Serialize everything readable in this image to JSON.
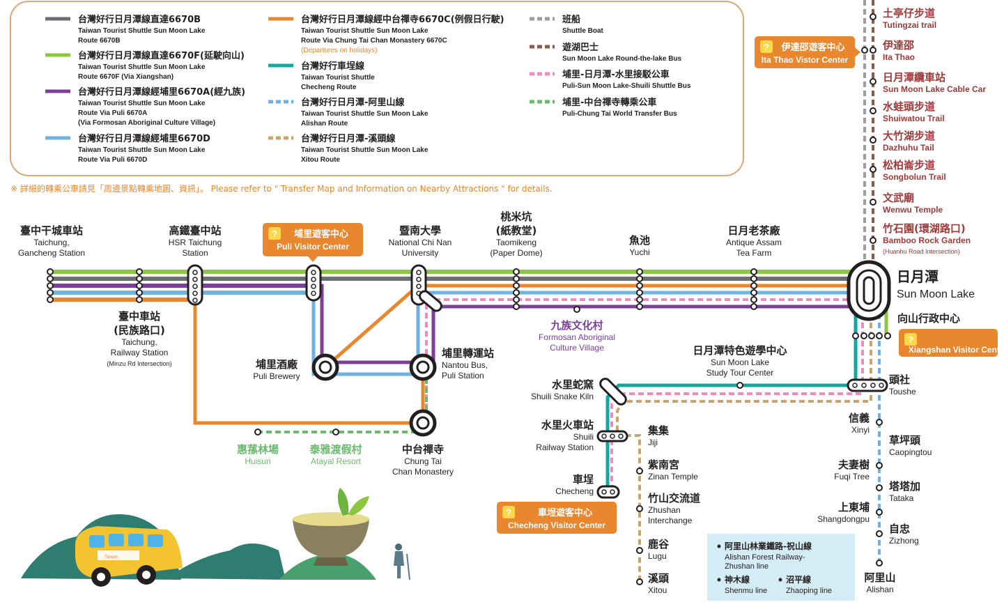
{
  "legend": [
    {
      "zh": "台灣好行日月潭線直達6670B",
      "en": [
        "Taiwan Tourist Shuttle Sun Moon Lake",
        "Route 6670B"
      ],
      "color": "#6d6e71",
      "style": "solid"
    },
    {
      "zh": "台灣好行日月潭線直達6670F(延駛向山)",
      "en": [
        "Taiwan Tourist Shuttle Sun Moon Lake",
        "Route 6670F (Via Xiangshan)"
      ],
      "color": "#8dc63f",
      "style": "solid"
    },
    {
      "zh": "台灣好行日月潭線經埔里6670A(經九族)",
      "en": [
        "Taiwan Tourist Shuttle Sun Moon Lake",
        "Route Via Puli 6670A",
        "(Via Formosan Aboriginal Culture Village)"
      ],
      "color": "#7b3f98",
      "style": "solid"
    },
    {
      "zh": "台灣好行日月潭線經埔里6670D",
      "en": [
        "Taiwan Tourist Shuttle Sun Moon Lake",
        "Route Via Puli 6670D"
      ],
      "color": "#6fb2e0",
      "style": "solid"
    },
    {
      "zh": "台灣好行日月潭線經中台禪寺6670C(例假日行駛)",
      "en": [
        "Taiwan Tourist Shuttle Sun Moon Lake",
        "Route Via Chung Tai Chan Monastery 6670C"
      ],
      "note": "(Departures on holidays)",
      "color": "#e8872d",
      "style": "solid"
    },
    {
      "zh": "台灣好行車埕線",
      "en": [
        "Taiwan Tourist Shuttle",
        "Checheng Route"
      ],
      "color": "#13a89e",
      "style": "solid"
    },
    {
      "zh": "台灣好行日月潭-阿里山線",
      "en": [
        "Taiwan Tourist Shuttle Sun Moon Lake",
        "Alishan Route"
      ],
      "color": "#6fb2e0",
      "style": "dash"
    },
    {
      "zh": "台灣好行日月潭-溪頭線",
      "en": [
        "Taiwan Tourist Shuttle Sun Moon Lake",
        "Xitou Route"
      ],
      "color": "#c9a46c",
      "style": "dash"
    },
    {
      "zh": "班船",
      "en": [
        "Shuttle Boat"
      ],
      "color": "#9e9e9e",
      "style": "dash"
    },
    {
      "zh": "遊湖巴士",
      "en": [
        "Sun Moon Lake Round-the-lake Bus"
      ],
      "color": "#8b5a4a",
      "style": "dash"
    },
    {
      "zh": "埔里-日月潭-水里接駁公車",
      "en": [
        "Puli-Sun Moon Lake-Shuili Shuttle Bus"
      ],
      "color": "#f08bbf",
      "style": "dash"
    },
    {
      "zh": "埔里-中台禪寺轉乘公車",
      "en": [
        "Puli-Chung Tai World Transfer Bus"
      ],
      "color": "#6ab96e",
      "style": "dash"
    }
  ],
  "note": "※ 詳細的轉乘公車請見「周邊景點轉乘地圖、資訊」。  Please refer to \" Transfer Map and Information on Nearby Attractions \" for details.",
  "visitor_centers": [
    {
      "zh": "埔里遊客中心",
      "en": "Puli Visitor Center"
    },
    {
      "zh": "伊達邵遊客中心",
      "en": "Ita Thao Vistor Center"
    },
    {
      "zh": "",
      "en": "Xiangshan Visitor Center"
    },
    {
      "zh": "車埕遊客中心",
      "en": "Checheng Visitor Center"
    }
  ],
  "stations": [
    {
      "zh": "臺中干城車站",
      "en": [
        "Taichung,",
        "Gancheng Station"
      ]
    },
    {
      "zh": "高鐵臺中站",
      "en": [
        "HSR Taichung",
        "Station"
      ]
    },
    {
      "zh": "暨南大學",
      "en": [
        "National Chi Nan",
        "University"
      ]
    },
    {
      "zh": "桃米坑\n(紙教堂)",
      "en": [
        "Taomikeng",
        "(Paper Dome)"
      ]
    },
    {
      "zh": "魚池",
      "en": [
        "Yuchi"
      ]
    },
    {
      "zh": "日月老茶廠",
      "en": [
        "Antique Assam",
        "Tea Farm"
      ]
    },
    {
      "zh": "臺中車站\n(民族路口)",
      "en": [
        "Taichung,",
        "Railway Station"
      ],
      "sub": "(Minzu Rd Intersection)"
    },
    {
      "zh": "埔里酒廠",
      "en": [
        "Puli Brewery"
      ]
    },
    {
      "zh": "埔里轉運站",
      "en": [
        "Nantou Bus,",
        "Puli Station"
      ]
    },
    {
      "zh": "九族文化村",
      "en": [
        "Formosan Aboriginal",
        "Culture Village"
      ]
    },
    {
      "zh": "中台禪寺",
      "en": [
        "Chung Tai",
        "Chan Monastery"
      ]
    },
    {
      "zh": "惠蓀林場",
      "en": [
        "Huisun"
      ]
    },
    {
      "zh": "泰雅渡假村",
      "en": [
        "Atayal Resort"
      ]
    },
    {
      "zh": "日月潭",
      "en": [
        "Sun Moon Lake"
      ]
    },
    {
      "zh": "向山行政中心",
      "en": []
    },
    {
      "zh": "日月潭特色遊學中心",
      "en": [
        "Sun Moon Lake",
        "Study Tour Center"
      ]
    },
    {
      "zh": "頭社",
      "en": [
        "Toushe"
      ]
    },
    {
      "zh": "水里蛇窯",
      "en": [
        "Shuili Snake Kiln"
      ]
    },
    {
      "zh": "水里火車站",
      "en": [
        "Shuili",
        "Railway Station"
      ]
    },
    {
      "zh": "車埕",
      "en": [
        "Checheng"
      ]
    },
    {
      "zh": "集集",
      "en": [
        "Jiji"
      ]
    },
    {
      "zh": "紫南宮",
      "en": [
        "Zinan Temple"
      ]
    },
    {
      "zh": "竹山交流道",
      "en": [
        "Zhushan",
        "Interchange"
      ]
    },
    {
      "zh": "鹿谷",
      "en": [
        "Lugu"
      ]
    },
    {
      "zh": "溪頭",
      "en": [
        "Xitou"
      ]
    },
    {
      "zh": "信義",
      "en": [
        "Xinyi"
      ]
    },
    {
      "zh": "草坪頭",
      "en": [
        "Caopingtou"
      ]
    },
    {
      "zh": "夫妻樹",
      "en": [
        "Fuqi Tree"
      ]
    },
    {
      "zh": "塔塔加",
      "en": [
        "Tataka"
      ]
    },
    {
      "zh": "上東埔",
      "en": [
        "Shangdongpu"
      ]
    },
    {
      "zh": "自忠",
      "en": [
        "Zizhong"
      ]
    },
    {
      "zh": "阿里山",
      "en": [
        "Alishan"
      ]
    },
    {
      "zh": "土亭仔步道",
      "en": [
        "Tutingzai trail"
      ]
    },
    {
      "zh": "伊達邵",
      "en": [
        "Ita Thao"
      ]
    },
    {
      "zh": "日月潭纜車站",
      "en": [
        "Sun Moon Lake Cable Car"
      ]
    },
    {
      "zh": "水蛙頭步道",
      "en": [
        "Shuiwatou Trail"
      ]
    },
    {
      "zh": "大竹湖步道",
      "en": [
        "Dazhuhu Tail"
      ]
    },
    {
      "zh": "松柏崙步道",
      "en": [
        "Songbolun Trail"
      ]
    },
    {
      "zh": "文武廟",
      "en": [
        "Wenwu Temple"
      ]
    },
    {
      "zh": "竹石園(環湖路口)",
      "en": [
        "Bamboo Rock Garden"
      ],
      "sub": "(Huanhu Road Intersection)"
    }
  ],
  "alishan_box": [
    {
      "zh": "阿里山林業鐵路-祝山線",
      "en": [
        "Alishan Forest Railway-",
        "Zhushan line"
      ]
    },
    {
      "zh": "神木線",
      "en": [
        "Shenmu line"
      ]
    },
    {
      "zh": "沼平線",
      "en": [
        "Zhaoping line"
      ]
    }
  ],
  "bus_brand": "Taiwan"
}
